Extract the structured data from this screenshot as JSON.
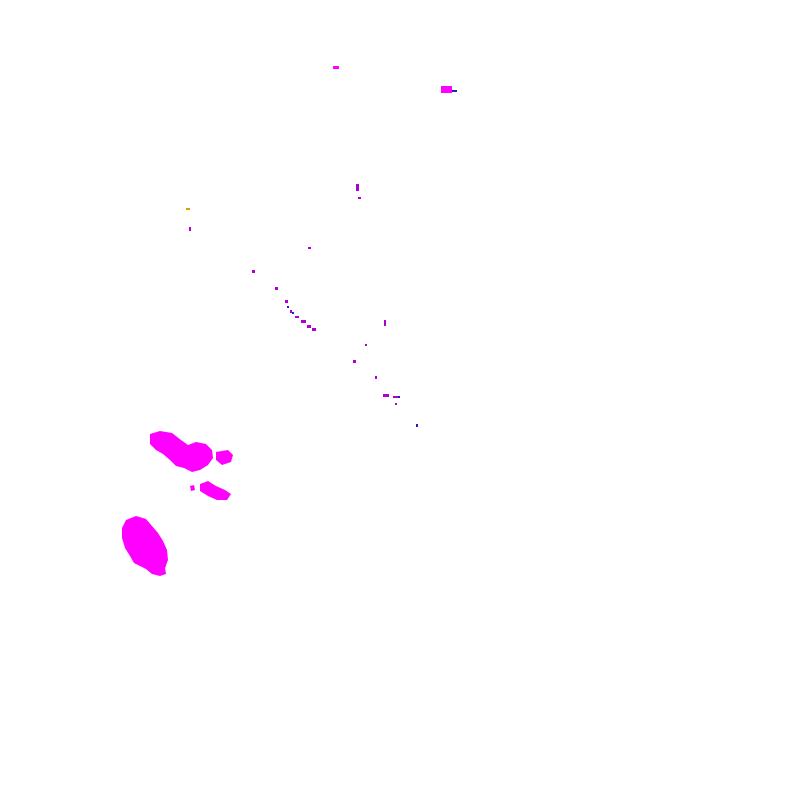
{
  "map": {
    "background_color": "#ffffff",
    "colors": {
      "magenta": "#ff00ff",
      "purple": "#b000d0",
      "violet": "#8a2be2",
      "blue": "#2020c0",
      "orange": "#e0a000"
    },
    "features": [
      {
        "name": "patch-large-lower-left",
        "color": "magenta"
      },
      {
        "name": "patch-cluster-mid-left",
        "color": "magenta"
      },
      {
        "name": "patch-small-center-left",
        "color": "magenta"
      },
      {
        "name": "patch-top-right",
        "color": "magenta"
      },
      {
        "name": "scattered-specks",
        "color": "purple"
      },
      {
        "name": "blue-specks",
        "color": "blue"
      },
      {
        "name": "orange-speck",
        "color": "orange"
      }
    ]
  }
}
